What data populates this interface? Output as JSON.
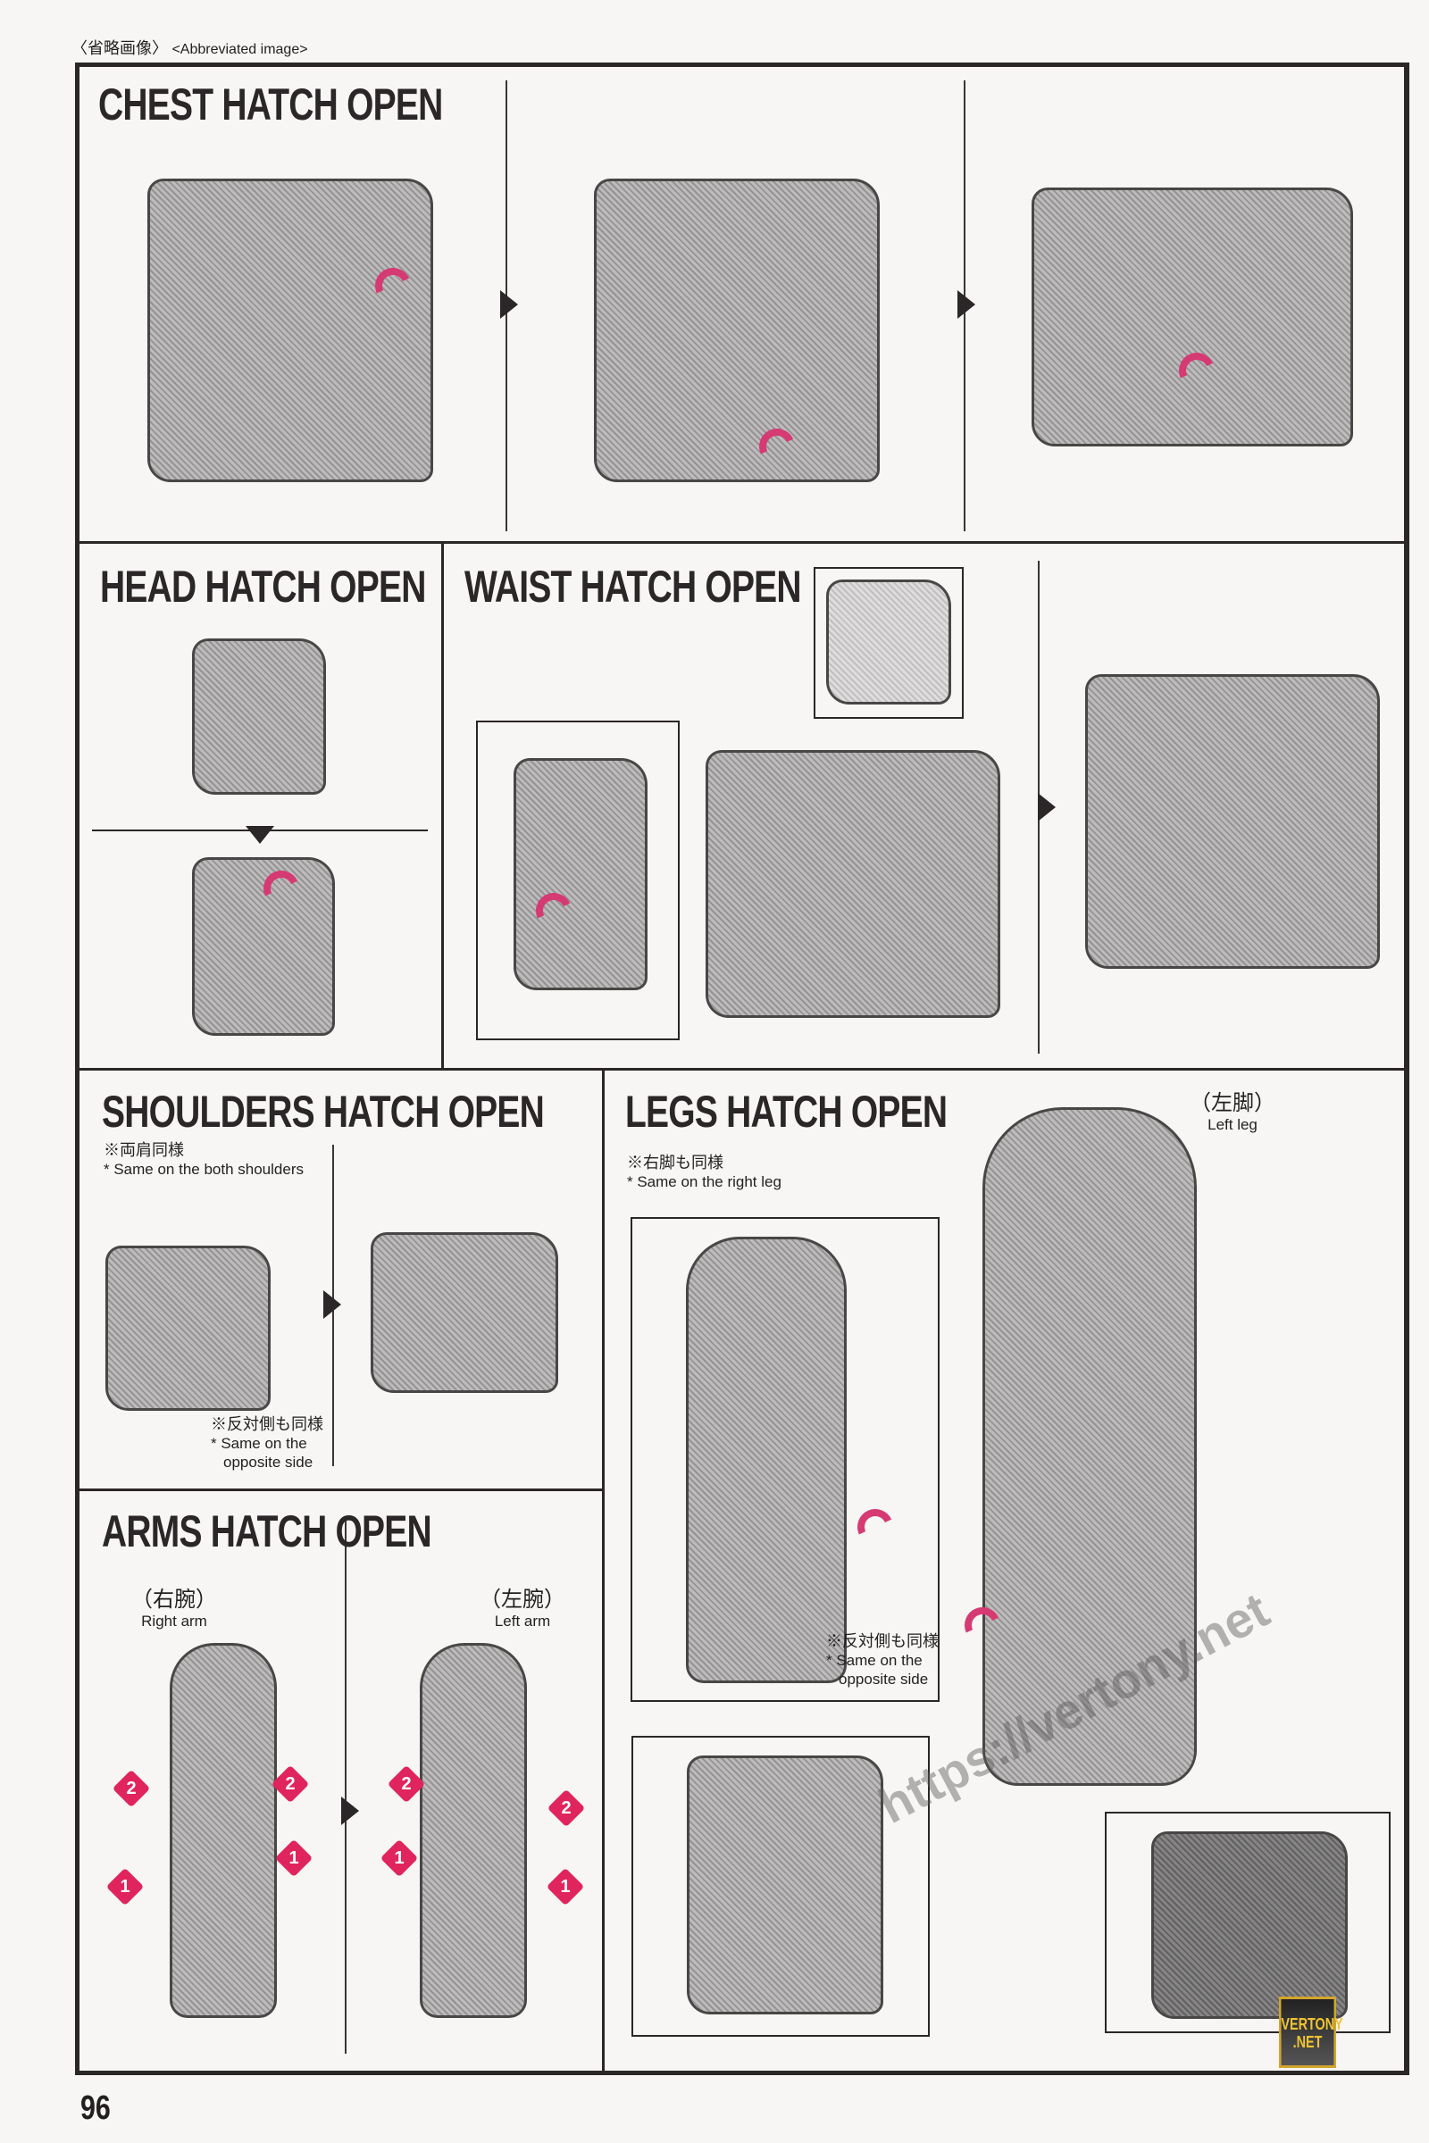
{
  "header": {
    "jp": "〈省略画像〉",
    "en": "<Abbreviated image>"
  },
  "sections": {
    "chest": {
      "title": "CHEST HATCH OPEN"
    },
    "head": {
      "title": "HEAD HATCH OPEN"
    },
    "waist": {
      "title": "WAIST HATCH OPEN"
    },
    "shoulders": {
      "title": "SHOULDERS HATCH OPEN",
      "note_jp": "※両肩同様",
      "note_en": "* Same on the both shoulders",
      "side_jp": "※反対側も同様",
      "side_en1": "* Same on the",
      "side_en2": "opposite side"
    },
    "arms": {
      "title": "ARMS HATCH OPEN",
      "right_jp": "（右腕）",
      "right_en": "Right arm",
      "left_jp": "（左腕）",
      "left_en": "Left arm",
      "steps": [
        "1",
        "2"
      ]
    },
    "legs": {
      "title": "LEGS HATCH OPEN",
      "note_jp": "※右脚も同様",
      "note_en": "* Same on the right leg",
      "left_jp": "（左脚）",
      "left_en": "Left leg",
      "side_jp": "※反対側も同様",
      "side_en1": "* Same on the",
      "side_en2": "opposite side"
    }
  },
  "watermark": {
    "url": "https://vertony.net",
    "logo": "VERTONY .NET"
  },
  "page_number": "96",
  "colors": {
    "accent_pink": "#d63a72",
    "step_badge": "#e0245e",
    "ink": "#2b2627"
  }
}
